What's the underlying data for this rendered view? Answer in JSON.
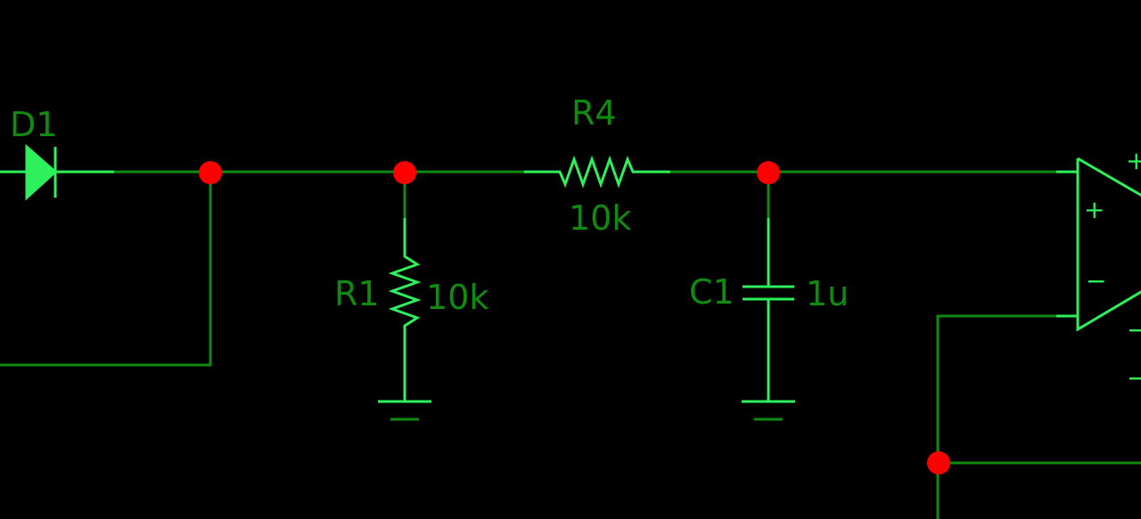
{
  "components": {
    "d1": {
      "ref": "D1"
    },
    "r4": {
      "ref": "R4",
      "value": "10k"
    },
    "r1": {
      "ref": "R1",
      "value": "10k"
    },
    "c1": {
      "ref": "C1",
      "value": "1u"
    }
  },
  "opamp": {
    "plus_input": "+",
    "minus_input": "−",
    "right_plus": "+",
    "right_minus": "−",
    "right_minus_2": "−"
  },
  "colors": {
    "background": "#000000",
    "wire": "#0f8c0f",
    "symbol": "#2df05a",
    "label": "#0f8c0f",
    "junction": "#ff0000"
  }
}
